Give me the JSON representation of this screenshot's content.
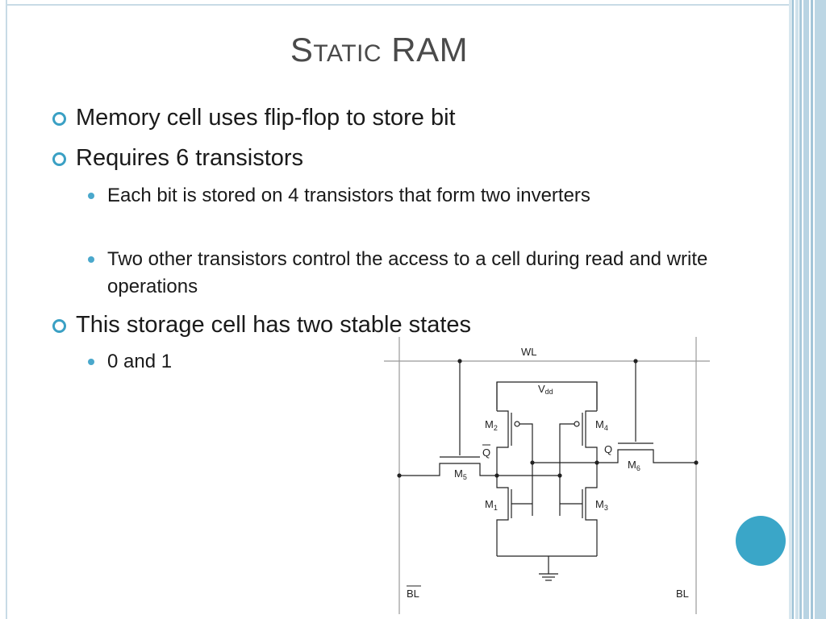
{
  "slide": {
    "title_initial": "S",
    "title_smallcaps": "tatic",
    "title_rest": " RAM",
    "bullets": [
      {
        "text": "Memory cell uses flip-flop to store bit"
      },
      {
        "text": "Requires 6 transistors"
      },
      {
        "text": "Each bit is stored on 4 transistors that form two inverters"
      },
      {
        "text": "Two other transistors control the access to a cell during read and write operations"
      },
      {
        "text": "This storage cell has two stable states"
      },
      {
        "text": "0 and 1"
      }
    ]
  },
  "circuit": {
    "wl": "WL",
    "vdd": "V",
    "vdd_sub": "dd",
    "m2": "M",
    "m2_sub": "2",
    "m4": "M",
    "m4_sub": "4",
    "m1": "M",
    "m1_sub": "1",
    "m3": "M",
    "m3_sub": "3",
    "m5": "M",
    "m5_sub": "5",
    "m6": "M",
    "m6_sub": "6",
    "qbar": "Q",
    "q": "Q",
    "blbar": "BL",
    "bl": "BL"
  },
  "theme": {
    "accent": "#3aa0c4",
    "border": "#c8dbe6",
    "deco_circle": "#3aa6c8"
  }
}
